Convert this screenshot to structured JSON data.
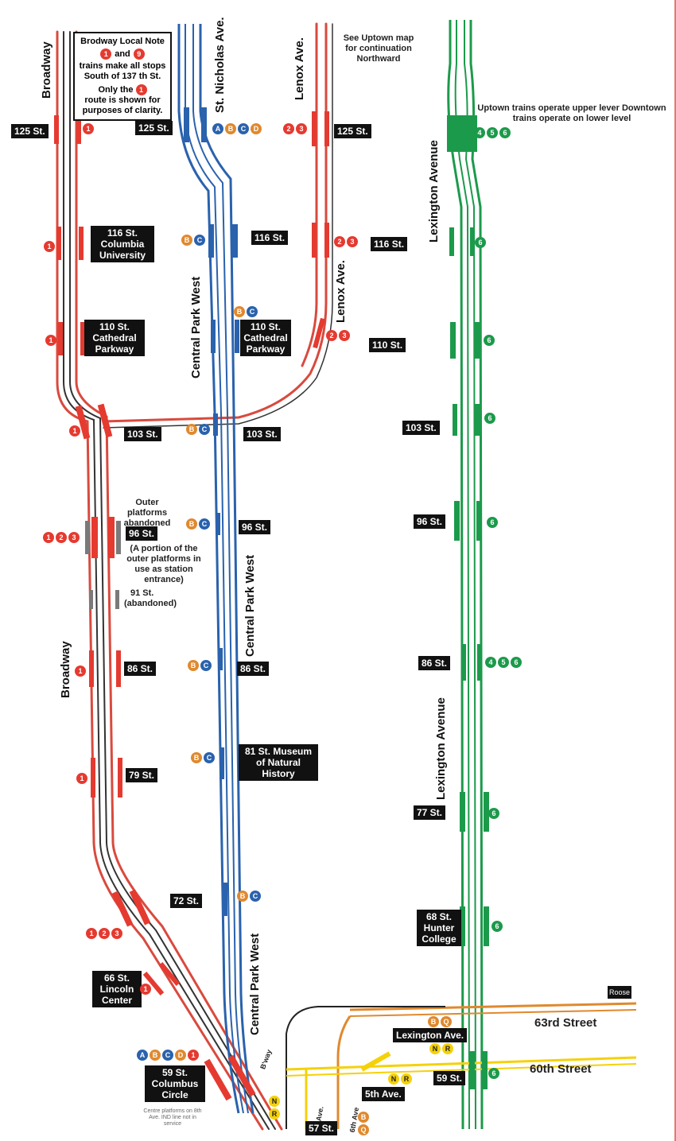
{
  "lines": {
    "broadway": "Broadway",
    "broadway_lower": "Broadway",
    "st_nicholas": "St. Nicholas Ave.",
    "central_park_west_1": "Central Park West",
    "central_park_west_2": "Central Park West",
    "central_park_west_3": "Central Park West",
    "lenox_top": "Lenox Ave.",
    "lenox_mid": "Lenox Ave.",
    "lexington_top": "Lexington Avenue",
    "lexington_mid": "Lexington Avenue",
    "street_63": "63rd Street",
    "street_60": "60th Street",
    "bway_small": "B'way",
    "seventh_ave": "7th Ave.",
    "sixth_ave": "6th Ave",
    "roosevelt": "Roose"
  },
  "notes": {
    "broadway_local_1": "Brodway Local Note",
    "broadway_local_and": "and",
    "broadway_local_2": "trains make all stops South of 137 th St.",
    "broadway_local_3": "Only the",
    "broadway_local_4": "route is shown for purposes of clarity.",
    "uptown_map": "See Uptown map for continuation Northward",
    "lex_levels": "Uptown trains operate upper lever Downtown trains operate on lower level",
    "outer_platforms": "Outer platforms abandoned",
    "portion_platforms": "(A portion of the outer platforms in use as station entrance)",
    "abandoned_91": "(abandoned)",
    "centre_platforms": "Centre platforms on 8th Ave. IND line not in service"
  },
  "stations": {
    "b125": "125 St.",
    "sn125": "125 St.",
    "lx125": "125 St.",
    "b116": "116 St. Columbia University",
    "c116": "116 St.",
    "lx116": "116 St.",
    "b110": "110 St. Cathedral Parkway",
    "c110": "110 St. Cathedral Parkway",
    "lx110": "110 St.",
    "b103": "103 St.",
    "c103": "103 St.",
    "l103": "103 St.",
    "b96": "96 St.",
    "c96": "96 St.",
    "l96": "96 St.",
    "b91": "91 St.",
    "b86": "86 St.",
    "c86": "86 St.",
    "l86": "86 St.",
    "b79": "79 St.",
    "c81": "81 St. Museum of Natural History",
    "c72": "72 St.",
    "l77": "77 St.",
    "b66": "66 St. Lincoln Center",
    "l68": "68 St. Hunter College",
    "b59": "59 St. Columbus Circle",
    "l59": "59 St.",
    "lexave63": "Lexington Ave.",
    "fifth": "5th Ave.",
    "s57": "57 St."
  },
  "bullets": {
    "one": "1",
    "two": "2",
    "three": "3",
    "nine": "9",
    "four": "4",
    "five": "5",
    "six": "6",
    "A": "A",
    "B": "B",
    "C": "C",
    "D": "D",
    "N": "N",
    "R": "R",
    "Q": "Q"
  },
  "colors": {
    "broadway_red": "#e53a30",
    "cpw_blue": "#2a62ad",
    "lex_green": "#1c9a4b",
    "sixth_orange": "#e0892e",
    "bmt_yellow": "#f5d10a",
    "black_track": "#222222"
  }
}
